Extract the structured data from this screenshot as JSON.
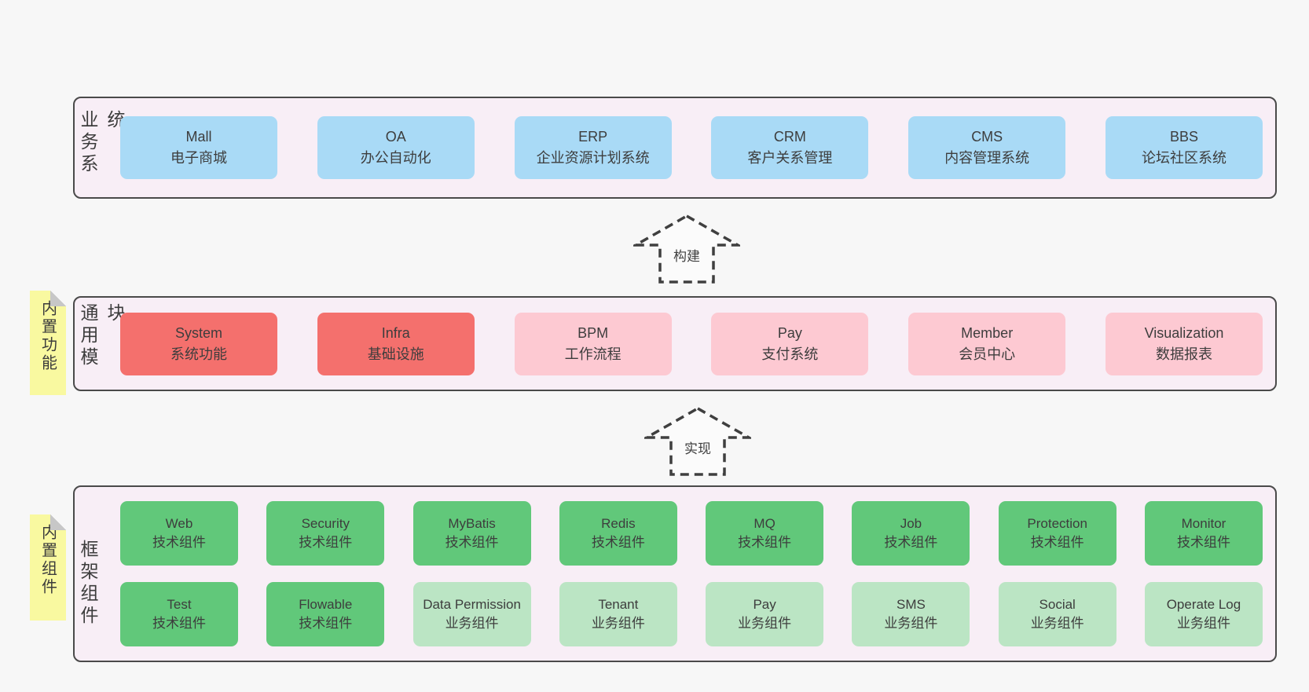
{
  "colors": {
    "page_bg": "#f7f7f7",
    "panel_bg": "#f8eef6",
    "panel_border": "#4a4a4a",
    "box_blue": "#a9daf6",
    "box_red": "#f4706d",
    "box_pink": "#fdc9d2",
    "box_green": "#61c87a",
    "box_light_green": "#bbe5c4",
    "sticky_yellow": "#f9f9a0",
    "text": "#3d3d3d"
  },
  "arrows": {
    "build": {
      "label": "构建"
    },
    "implement": {
      "label": "实现"
    }
  },
  "layers": {
    "business": {
      "label": "业务系统",
      "boxes": [
        {
          "name": "Mall",
          "desc": "电子商城"
        },
        {
          "name": "OA",
          "desc": "办公自动化"
        },
        {
          "name": "ERP",
          "desc": "企业资源计划系统"
        },
        {
          "name": "CRM",
          "desc": "客户关系管理"
        },
        {
          "name": "CMS",
          "desc": "内容管理系统"
        },
        {
          "name": "BBS",
          "desc": "论坛社区系统"
        }
      ]
    },
    "modules": {
      "label": "通用模块",
      "sticky": "内置功能",
      "boxes": [
        {
          "name": "System",
          "desc": "系统功能"
        },
        {
          "name": "Infra",
          "desc": "基础设施"
        },
        {
          "name": "BPM",
          "desc": "工作流程"
        },
        {
          "name": "Pay",
          "desc": "支付系统"
        },
        {
          "name": "Member",
          "desc": "会员中心"
        },
        {
          "name": "Visualization",
          "desc": "数据报表"
        }
      ]
    },
    "components": {
      "label": "框架组件",
      "sticky": "内置组件",
      "row1": [
        {
          "name": "Web",
          "desc": "技术组件"
        },
        {
          "name": "Security",
          "desc": "技术组件"
        },
        {
          "name": "MyBatis",
          "desc": "技术组件"
        },
        {
          "name": "Redis",
          "desc": "技术组件"
        },
        {
          "name": "MQ",
          "desc": "技术组件"
        },
        {
          "name": "Job",
          "desc": "技术组件"
        },
        {
          "name": "Protection",
          "desc": "技术组件"
        },
        {
          "name": "Monitor",
          "desc": "技术组件"
        }
      ],
      "row2": [
        {
          "name": "Test",
          "desc": "技术组件"
        },
        {
          "name": "Flowable",
          "desc": "技术组件"
        },
        {
          "name": "Data Permission",
          "desc": "业务组件"
        },
        {
          "name": "Tenant",
          "desc": "业务组件"
        },
        {
          "name": "Pay",
          "desc": "业务组件"
        },
        {
          "name": "SMS",
          "desc": "业务组件"
        },
        {
          "name": "Social",
          "desc": "业务组件"
        },
        {
          "name": "Operate Log",
          "desc": "业务组件"
        }
      ]
    }
  }
}
